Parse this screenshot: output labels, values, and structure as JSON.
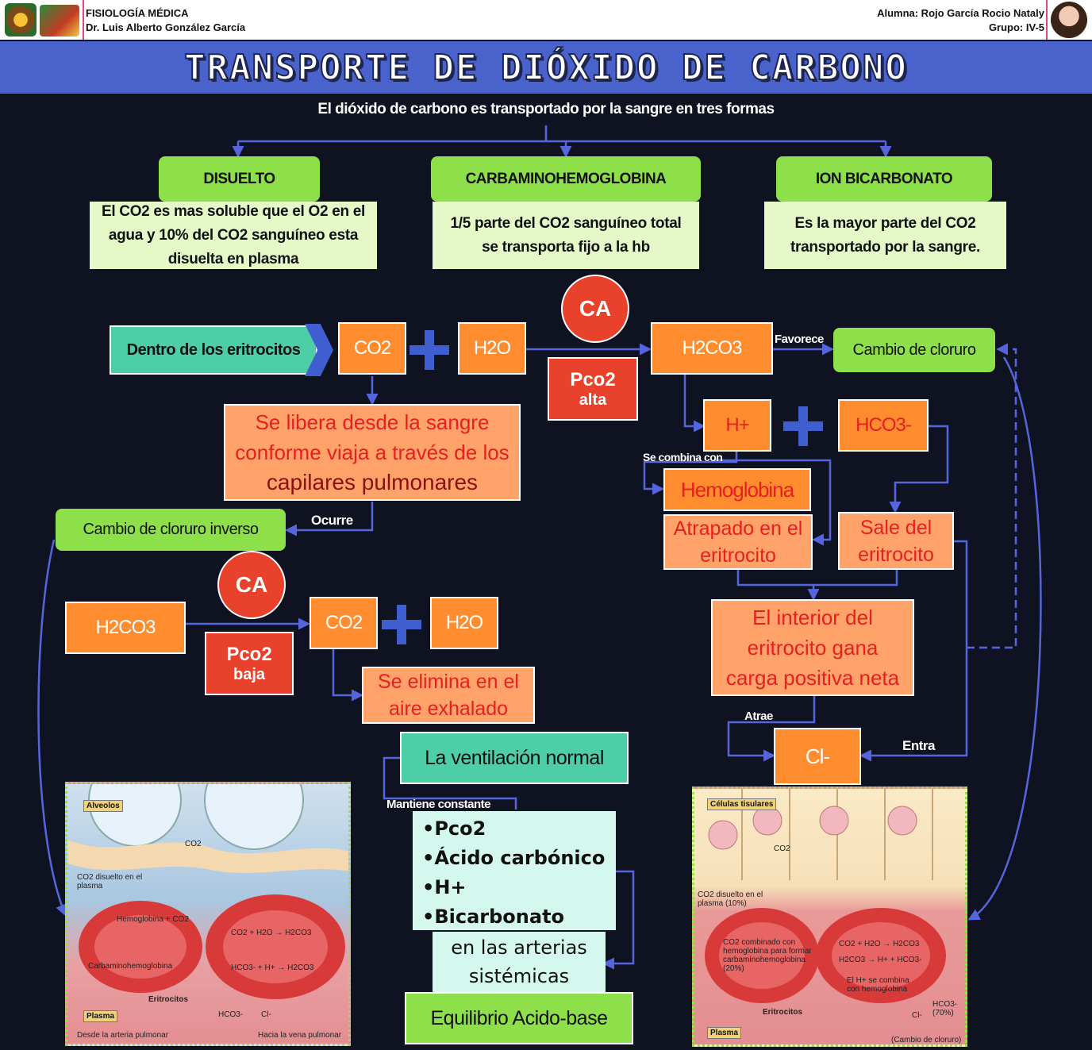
{
  "header": {
    "course": "FISIOLOGÍA MÉDICA",
    "teacher": "Dr. Luis Alberto González García",
    "student": "Alumna: Rojo García Rocio Nataly",
    "group": "Grupo: IV-5"
  },
  "title": "TRANSPORTE DE DIÓXIDO DE CARBONO",
  "subtitle": "El dióxido de carbono es transportado por la sangre en tres formas",
  "forms": [
    {
      "name": "DISUELTO",
      "desc": "El CO2 es mas soluble que el O2 en el agua y 10% del CO2 sanguíneo esta disuelta en plasma"
    },
    {
      "name": "CARBAMINOHEMOGLOBINA",
      "desc": "1/5 parte del CO2 sanguíneo total se transporta fijo a la hb"
    },
    {
      "name": "ION BICARBONATO",
      "desc": "Es la mayor parte del CO2 transportado por la sangre."
    }
  ],
  "reaction1": {
    "inside": "Dentro de los eritrocitos",
    "co2": "CO2",
    "h2o": "H2O",
    "ca": "CA",
    "pco2": "Pco2",
    "pco2_level": "alta",
    "h2co3": "H2CO3",
    "favorece": "Favorece",
    "chloride_shift": "Cambio de cloruro",
    "released": "Se libera desde la sangre conforme viaja a través de los",
    "released_em": "capilares pulmonares",
    "hplus": "H+",
    "hco3": "HCO3-",
    "combines_with": "Se combina con",
    "hemoglobin": "Hemoglobina",
    "trapped": "Atrapado en el eritrocito",
    "leaves": "Sale del eritrocito",
    "positive": "El interior del eritrocito gana carga positiva neta",
    "attracts": "Atrae",
    "chloride": "Cl-",
    "enters": "Entra"
  },
  "reaction2": {
    "ocurre": "Ocurre",
    "reverse_shift": "Cambio de cloruro inverso",
    "ca": "CA",
    "h2co3": "H2CO3",
    "pco2": "Pco2",
    "pco2_level": "baja",
    "co2": "CO2",
    "h2o": "H2O",
    "exhaled": "Se elimina en el aire exhalado"
  },
  "ventilation": {
    "title": "La ventilación normal",
    "keeps": "Mantiene constante",
    "items": [
      "Pco2",
      "Ácido carbónico",
      "H+",
      "Bicarbonato"
    ],
    "where": "en las arterias sistémicas",
    "balance": "Equilibrio Acido-base"
  },
  "left_figure": {
    "tag_top": "Alveolos",
    "co2": "CO2",
    "l1": "CO2 disuelto en el plasma",
    "hb": "Hemoglobina + CO2",
    "carb": "Carbaminohemoglobina",
    "eq1": "CO2 + H2O → H2CO3",
    "eq2": "HCO3- + H+ → H2CO3",
    "rbc": "Eritrocitos",
    "hco3": "HCO3-",
    "cl": "Cl-",
    "tag_bottom": "Plasma",
    "from": "Desde la arteria pulmonar",
    "to": "Hacia la vena pulmonar"
  },
  "right_figure": {
    "tag_top": "Células tisulares",
    "co2": "CO2",
    "l1": "CO2 disuelto en el plasma (10%)",
    "l2": "CO2 combinado con hemoglobina para formar carbaminohemoglobina (20%)",
    "eq1": "CO2 + H2O → H2CO3",
    "eq2": "H2CO3 → H+ + HCO3-",
    "hb": "El H+ se combina con hemoglobina",
    "hco3": "HCO3- (70%)",
    "cl": "Cl-",
    "rbc": "Eritrocitos",
    "tag_bottom": "Plasma",
    "shift": "(Cambio de cloruro)"
  },
  "colors": {
    "background": "#0f1220",
    "title_bar": "#4a63cc",
    "green": "#8ee04a",
    "orange": "#ff8c2e",
    "red": "#e8412c",
    "salmon": "#ffa36b",
    "teal": "#4dcea7",
    "connector": "#5566dd"
  }
}
